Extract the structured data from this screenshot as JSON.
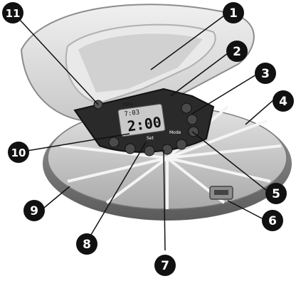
{
  "colors": {
    "callout_fill": "#111111",
    "lid_fill": "#d9d9d9",
    "tray_fill": "#cfcfcf",
    "tray_dark": "#8a8a8a",
    "panel_fill": "#2a2a2a",
    "lcd_fill": "#c9c9c9"
  },
  "device": {
    "lcd": {
      "time": "2:00",
      "date": "7:03",
      "brand": "PILL"
    },
    "buttons": {
      "mode": "Mode",
      "set": "Set"
    }
  },
  "callouts": [
    {
      "id": "callout-1",
      "label": "1"
    },
    {
      "id": "callout-2",
      "label": "2"
    },
    {
      "id": "callout-3",
      "label": "3"
    },
    {
      "id": "callout-4",
      "label": "4"
    },
    {
      "id": "callout-5",
      "label": "5"
    },
    {
      "id": "callout-6",
      "label": "6"
    },
    {
      "id": "callout-7",
      "label": "7"
    },
    {
      "id": "callout-8",
      "label": "8"
    },
    {
      "id": "callout-9",
      "label": "9"
    },
    {
      "id": "callout-10",
      "label": "10"
    },
    {
      "id": "callout-11",
      "label": "11"
    }
  ]
}
